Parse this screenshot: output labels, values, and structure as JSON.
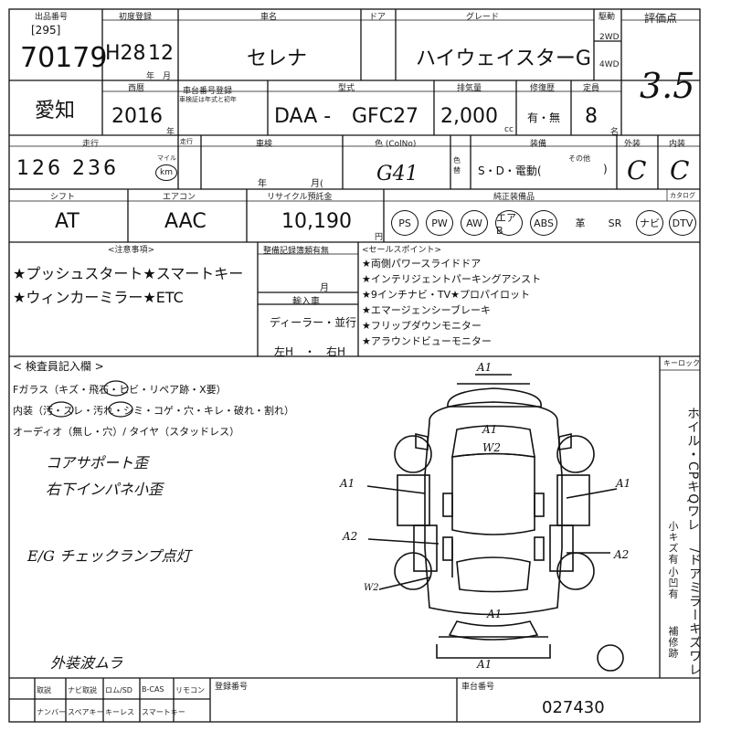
{
  "header": {
    "lot_label": "出品番号",
    "lot_sub": "[295]",
    "lot_number": "70179",
    "first_reg_label": "初度登録",
    "first_reg": "H28",
    "first_reg_month": "12",
    "first_reg_unit": "年　月",
    "car_name_label": "車名",
    "car_name": "セレナ",
    "door_label": "ドア",
    "grade_label": "グレード",
    "grade": "ハイウェイスターG",
    "drive_label": "駆動",
    "drive_2wd": "2WD",
    "drive_4wd": "4WD",
    "score_label": "評価点",
    "score": "3.5"
  },
  "row2": {
    "region": "愛知",
    "year_label": "西暦",
    "year": "2016",
    "year_unit": "年",
    "chassis_label": "車台番号登録",
    "chassis_sub": "車検証は年式と初年",
    "model_label": "型式",
    "model_prefix": "DAA -",
    "model": "GFC27",
    "displacement_label": "排気量",
    "displacement": "2,000",
    "displacement_unit": "cc",
    "repair_label": "修復歴",
    "repair_value": "有・無",
    "capacity_label": "定員",
    "capacity": "8",
    "capacity_unit": "名"
  },
  "row3": {
    "mileage_label": "走行",
    "mileage": "126 236",
    "mileage_unit": "km",
    "mileage_alt": "マイル",
    "mileage_check_label": "走行",
    "inspection_label": "車検",
    "inspection_year_unit": "年",
    "inspection_month_unit": "月(",
    "color_label": "色 (ColNo)",
    "color_code": "G41",
    "color_change_label": "色替",
    "equip_label": "装備",
    "equip_value": "S・D・電動(",
    "other_label": "その他",
    "exterior_label": "外装",
    "exterior": "C",
    "interior_label": "内装",
    "interior": "C"
  },
  "row4": {
    "shift_label": "シフト",
    "shift": "AT",
    "ac_label": "エアコン",
    "ac": "AAC",
    "recycle_label": "リサイクル預託金",
    "recycle": "10,190",
    "recycle_unit": "円",
    "equipment_label": "純正装備品",
    "equipment": [
      "PS",
      "PW",
      "AW",
      "エアB",
      "ABS",
      "革",
      "SR",
      "ナビ",
      "DTV"
    ],
    "equipment_circled": [
      true,
      true,
      true,
      true,
      true,
      false,
      false,
      true,
      true
    ],
    "catalog_label": "カタログ"
  },
  "notes": {
    "caution_label": "<注意事項>",
    "line1": "★プッシュスタート★スマートキー",
    "line2": "★ウィンカーミラー★ETC"
  },
  "docs": {
    "title": "整備記録簿類有無",
    "month_label": "月",
    "import_label": "輸入車",
    "dealer": "ディーラー・並行",
    "handle": "左H　・　右H"
  },
  "selling_points": {
    "label": "<セールスポイント>",
    "items": [
      "★両側パワースライドドア",
      "★インテリジェントパーキングアシスト",
      "★9インチナビ・TV★プロパイロット",
      "★エマージェンシーブレーキ",
      "★フリップダウンモニター",
      "★アラウンドビューモニター"
    ]
  },
  "inspector": {
    "title": "< 検査員記入欄 >",
    "glass": "Fガラス（キズ・飛石・ヒビ・リペア跡・X要）",
    "interior": "内装（汚・スレ・汚れ・シミ・コゲ・穴・キレ・破れ・割れ）",
    "audio": "オーディオ（無し・穴）/ タイヤ（スタッドレス）",
    "hw1": "コアサポート歪",
    "hw2": "右下インパネ小歪",
    "hw3": "E/G チェックランプ点灯",
    "hw4": "外装波ムラ"
  },
  "diagram": {
    "marks": [
      "A1",
      "A1",
      "W2",
      "A1",
      "A1",
      "A2",
      "A2",
      "W2",
      "A1",
      "A1"
    ]
  },
  "right_column": {
    "keylock_label": "キーロック",
    "vertical1": "ホイル・CPキQワレ",
    "vertical2": "/ドアミラーキズワレ",
    "small1": "小キズ有",
    "small2": "小凹有",
    "small3": "補修跡"
  },
  "footer": {
    "row1": [
      "取説",
      "ナビ取説",
      "ロム/SD",
      "B-CAS",
      "リモコン"
    ],
    "row2": [
      "ナンバー",
      "スペアキー",
      "キーレス",
      "スマートキー"
    ],
    "reg_label": "登録番号",
    "chassis_label": "車台番号",
    "chassis": "027430"
  }
}
